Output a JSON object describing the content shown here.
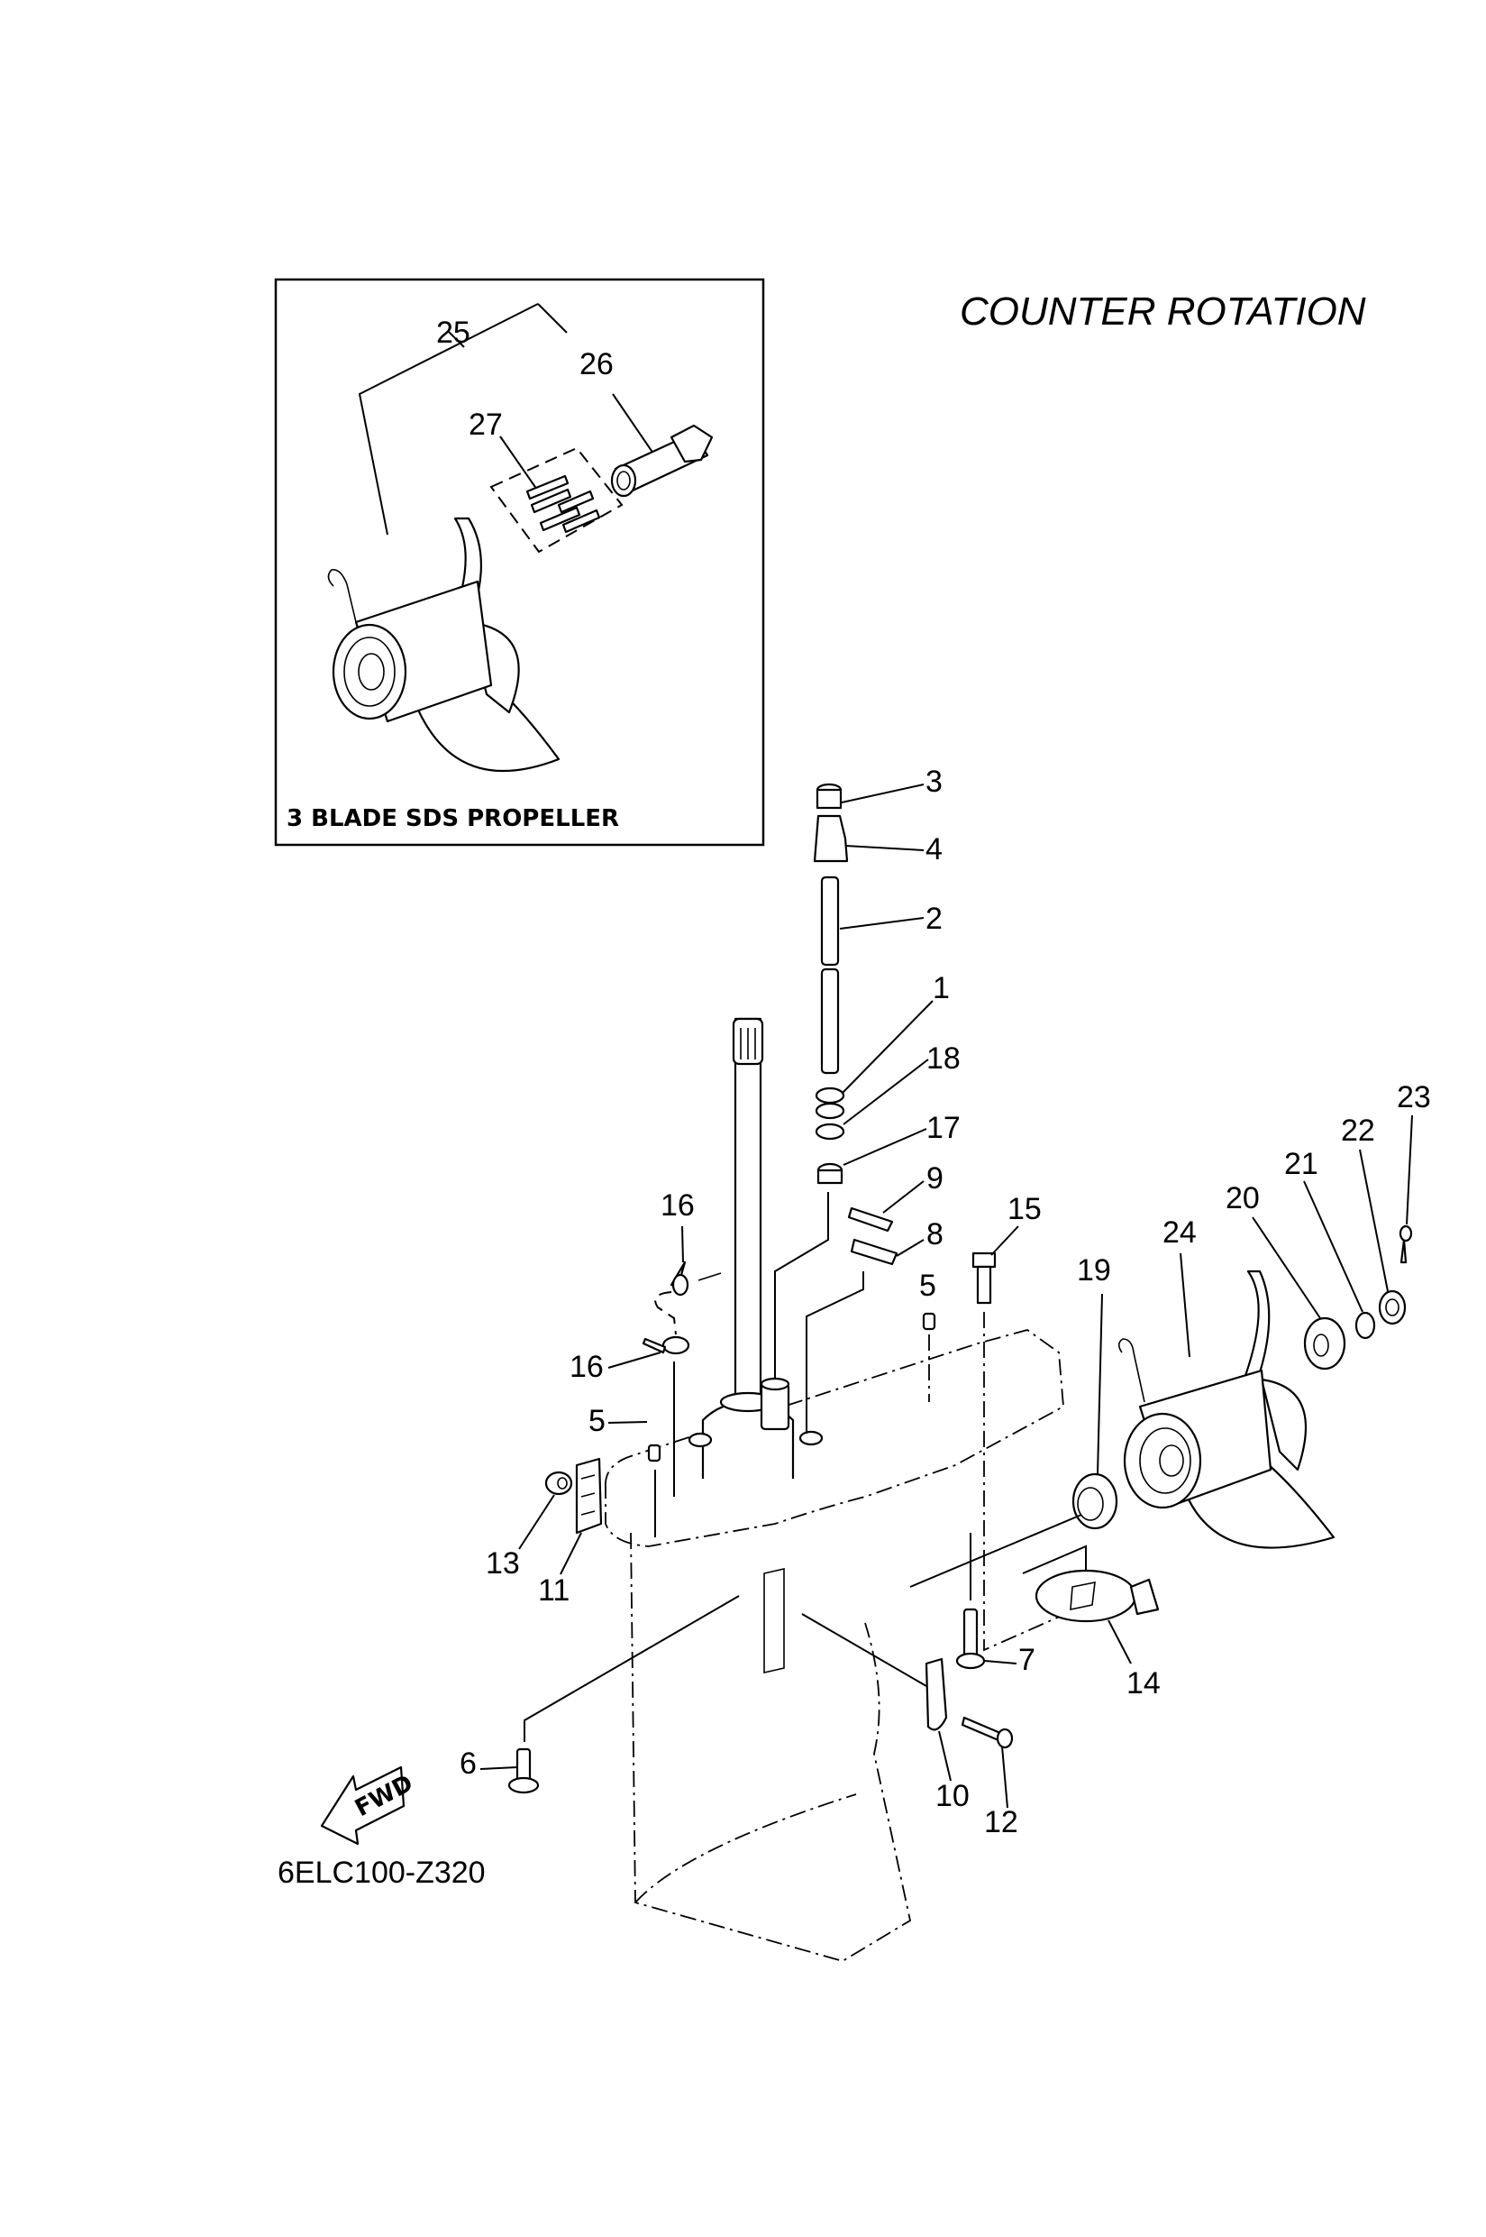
{
  "diagram": {
    "title": "COUNTER  ROTATION",
    "drawing_code": "6ELC100-Z320",
    "direction_label": "FWD",
    "inset": {
      "title": "3 BLADE SDS PROPELLER",
      "callouts": [
        "25",
        "26",
        "27"
      ]
    },
    "callouts": {
      "c1": "1",
      "c2": "2",
      "c3": "3",
      "c4": "4",
      "c5a": "5",
      "c5b": "5",
      "c6": "6",
      "c7": "7",
      "c8": "8",
      "c9": "9",
      "c10": "10",
      "c11": "11",
      "c12": "12",
      "c13": "13",
      "c14": "14",
      "c15": "15",
      "c16a": "16",
      "c16b": "16",
      "c17": "17",
      "c18": "18",
      "c19": "19",
      "c20": "20",
      "c21": "21",
      "c22": "22",
      "c23": "23",
      "c24": "24"
    }
  }
}
